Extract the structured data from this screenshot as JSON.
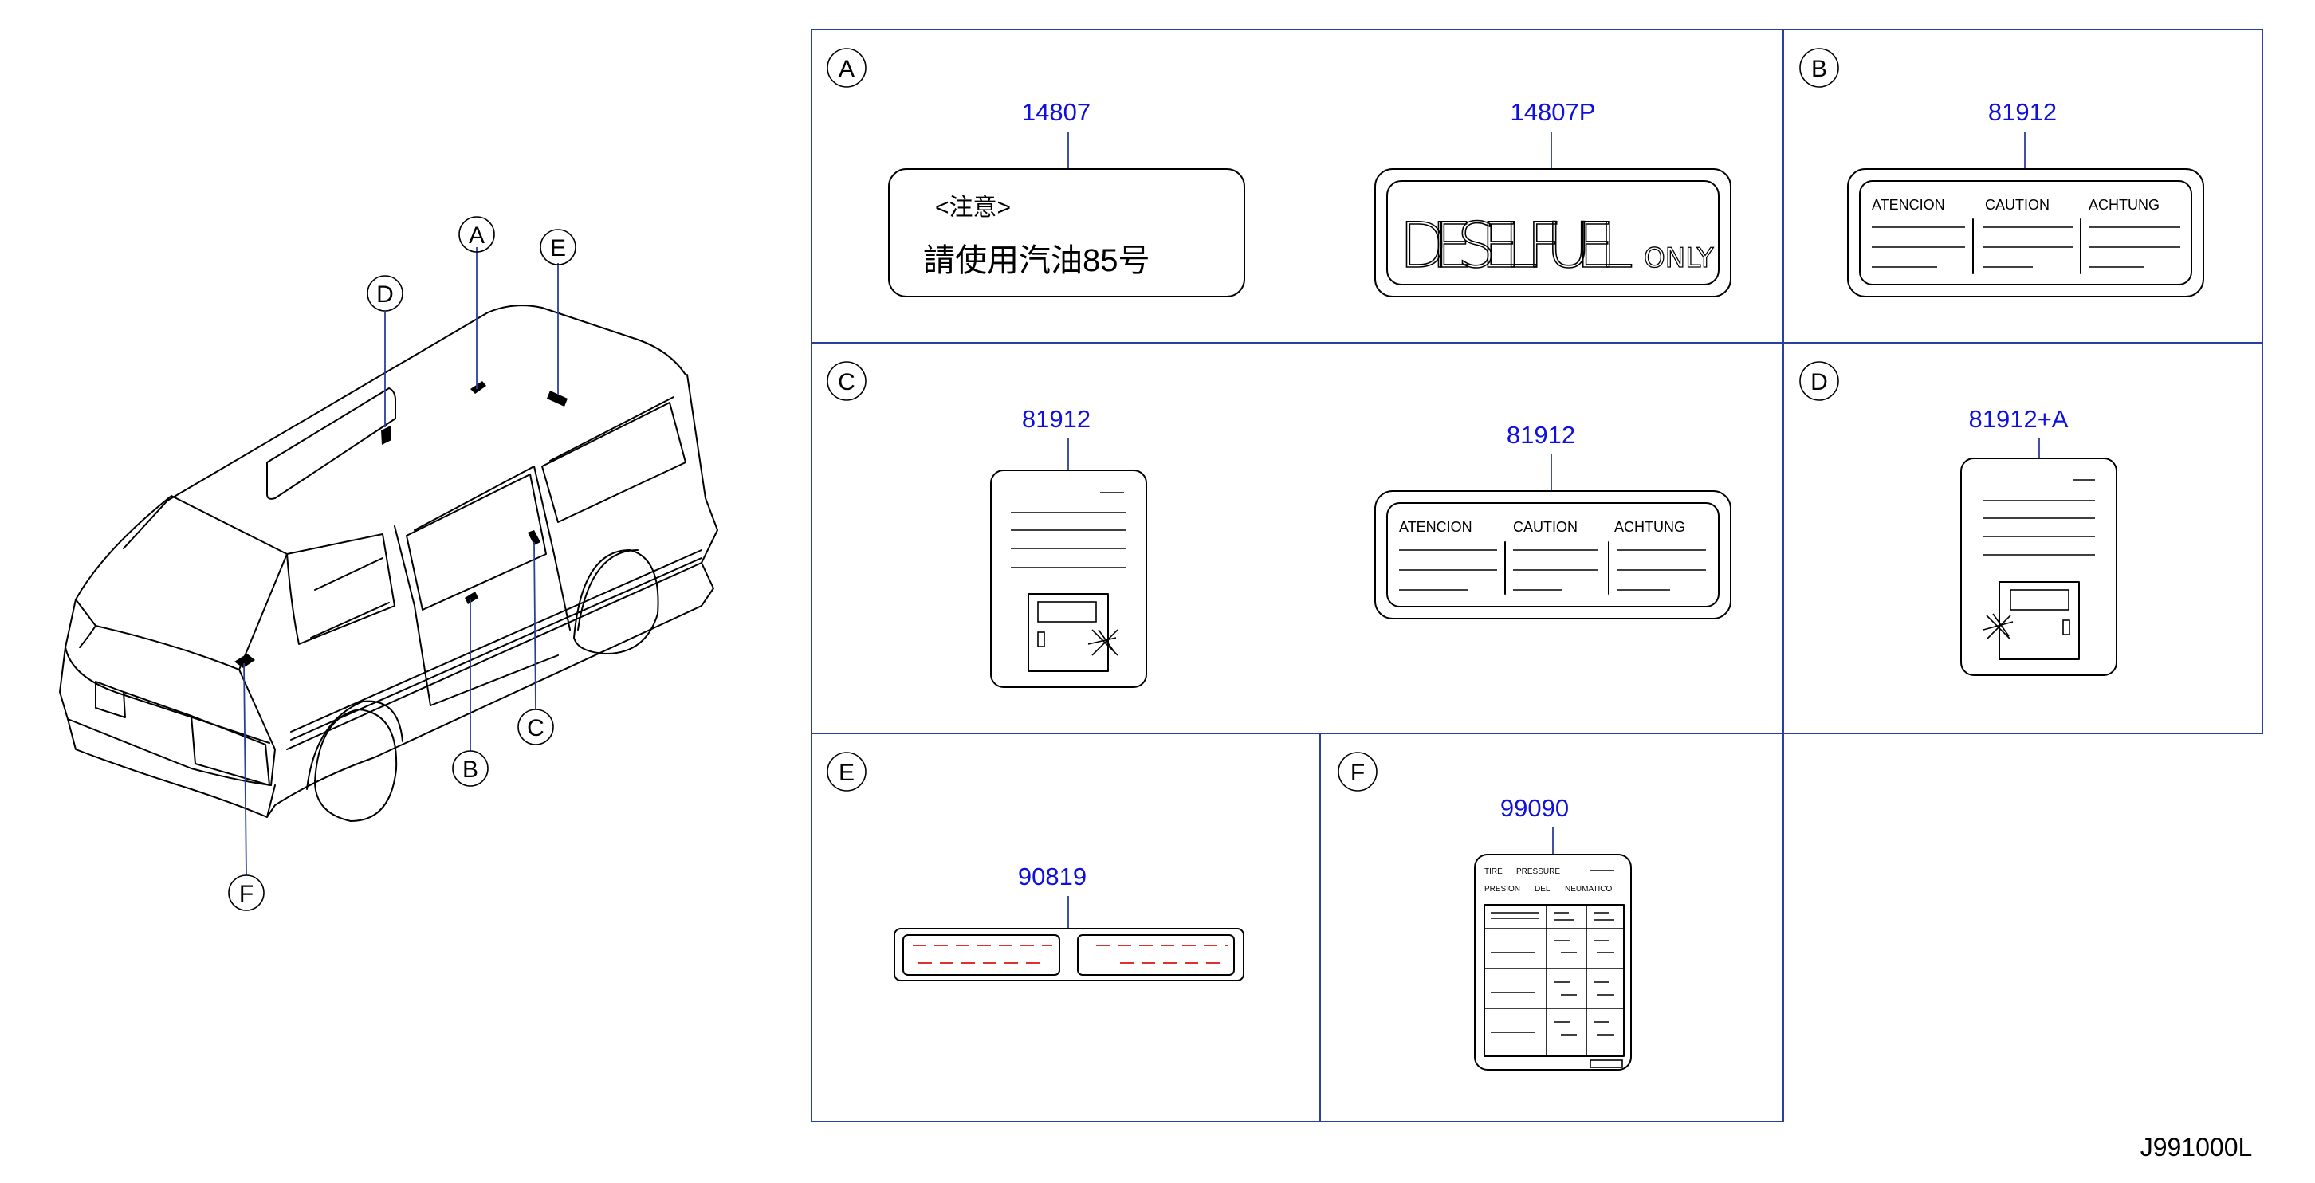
{
  "diagram_id": "J991000L",
  "callouts": [
    "A",
    "B",
    "C",
    "D",
    "E",
    "F"
  ],
  "sections": {
    "A": {
      "letter": "A",
      "labels": [
        {
          "part": "14807",
          "line1": "<注意>",
          "line2": "請使用汽油85号"
        },
        {
          "part": "14807P",
          "text": "DIESEL FUEL",
          "small": "ONLY"
        }
      ]
    },
    "B": {
      "letter": "B",
      "labels": [
        {
          "part": "81912",
          "columns": [
            "ATENCION",
            "CAUTION",
            "ACHTUNG"
          ]
        }
      ]
    },
    "C": {
      "letter": "C",
      "labels": [
        {
          "part": "81912"
        },
        {
          "part": "81912",
          "columns": [
            "ATENCION",
            "CAUTION",
            "ACHTUNG"
          ]
        }
      ]
    },
    "D": {
      "letter": "D",
      "labels": [
        {
          "part": "81912+A"
        }
      ]
    },
    "E": {
      "letter": "E",
      "labels": [
        {
          "part": "90819"
        }
      ]
    },
    "F": {
      "letter": "F",
      "labels": [
        {
          "part": "99090",
          "row1": [
            "TIRE",
            "PRESSURE"
          ],
          "row2": [
            "PRESION",
            "DEL",
            "NEUMATICO"
          ]
        }
      ]
    }
  }
}
